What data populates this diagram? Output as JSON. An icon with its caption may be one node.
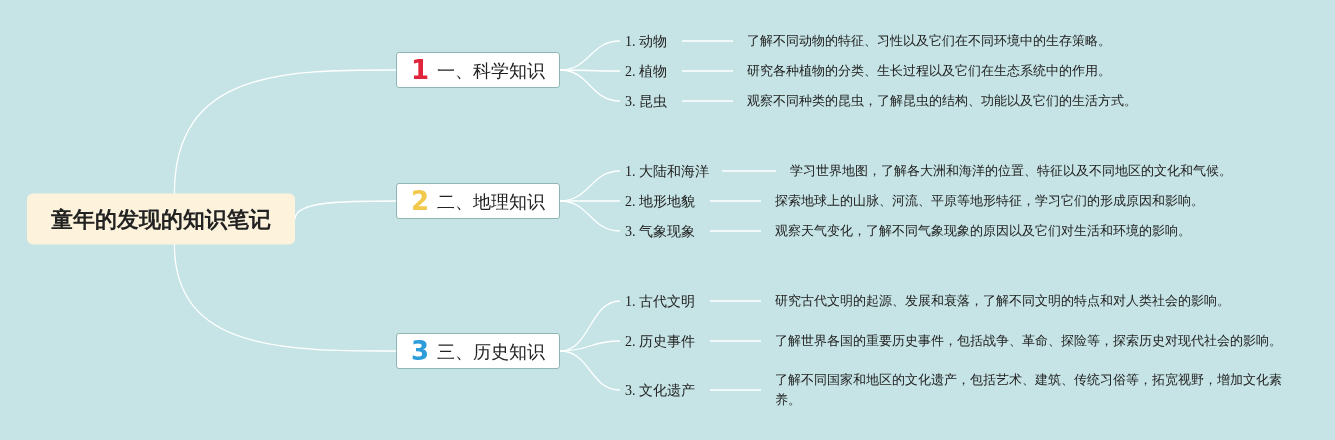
{
  "diagram": {
    "nodes": [
      {
        "text": [
          "童年的发现的知识笔记"
        ]
      },
      {
        "text": [
          "1",
          "一、科学知识"
        ]
      },
      {
        "text": [
          "1. 动物"
        ]
      },
      {
        "text": [
          "了解不同动物的特征、习性以及它们在不同环境中的生存策略。"
        ]
      },
      {
        "text": [
          "2. 植物"
        ]
      },
      {
        "text": [
          "研究各种植物的分类、生长过程以及它们在生态系统中的作用。"
        ]
      },
      {
        "text": [
          "3. 昆虫"
        ]
      },
      {
        "text": [
          "观察不同种类的昆虫，了解昆虫的结构、功能以及它们的生活方式。"
        ]
      },
      {
        "text": [
          "2",
          "二、地理知识"
        ]
      },
      {
        "text": [
          "1. 大陆和海洋"
        ]
      },
      {
        "text": [
          "学习世界地图，了解各大洲和海洋的位置、特征以及不同地区的文化和气候。"
        ]
      },
      {
        "text": [
          "2. 地形地貌"
        ]
      },
      {
        "text": [
          "探索地球上的山脉、河流、平原等地形特征，学习它们的形成原因和影响。"
        ]
      },
      {
        "text": [
          "3. 气象现象"
        ]
      },
      {
        "text": [
          "观察天气变化，了解不同气象现象的原因以及它们对生活和环境的影响。"
        ]
      },
      {
        "text": [
          "3",
          "三、历史知识"
        ]
      },
      {
        "text": [
          "1. 古代文明"
        ]
      },
      {
        "text": [
          "研究古代文明的起源、发展和衰落，了解不同文明的特点和对人类社会的影响。"
        ]
      },
      {
        "text": [
          "2. 历史事件"
        ]
      },
      {
        "text": [
          "了解世界各国的重要历史事件，包括战争、革命、探险等，探索历史对现代社会的影响。"
        ]
      },
      {
        "text": [
          "3. 文化遗产"
        ]
      },
      {
        "text": [
          "了解不同国家和地区的文化遗产，包括艺术、建筑、传统习俗等，拓宽视野，增加文化素养。"
        ]
      }
    ],
    "edges": [
      {
        "from": 0,
        "to": 1,
        "arrow": "none"
      },
      {
        "from": 1,
        "to": 2,
        "arrow": "none"
      },
      {
        "from": 2,
        "to": 3,
        "arrow": "none"
      },
      {
        "from": 1,
        "to": 4,
        "arrow": "none"
      },
      {
        "from": 4,
        "to": 5,
        "arrow": "none"
      },
      {
        "from": 1,
        "to": 6,
        "arrow": "none"
      },
      {
        "from": 6,
        "to": 7,
        "arrow": "none"
      },
      {
        "from": 0,
        "to": 8,
        "arrow": "none"
      },
      {
        "from": 8,
        "to": 9,
        "arrow": "none"
      },
      {
        "from": 9,
        "to": 10,
        "arrow": "none"
      },
      {
        "from": 8,
        "to": 11,
        "arrow": "none"
      },
      {
        "from": 11,
        "to": 12,
        "arrow": "none"
      },
      {
        "from": 8,
        "to": 13,
        "arrow": "none"
      },
      {
        "from": 13,
        "to": 14,
        "arrow": "none"
      },
      {
        "from": 0,
        "to": 15,
        "arrow": "none"
      },
      {
        "from": 15,
        "to": 16,
        "arrow": "none"
      },
      {
        "from": 16,
        "to": 17,
        "arrow": "none"
      },
      {
        "from": 15,
        "to": 18,
        "arrow": "none"
      },
      {
        "from": 18,
        "to": 19,
        "arrow": "none"
      },
      {
        "from": 15,
        "to": 20,
        "arrow": "none"
      },
      {
        "from": 20,
        "to": 21,
        "arrow": "none"
      }
    ]
  }
}
